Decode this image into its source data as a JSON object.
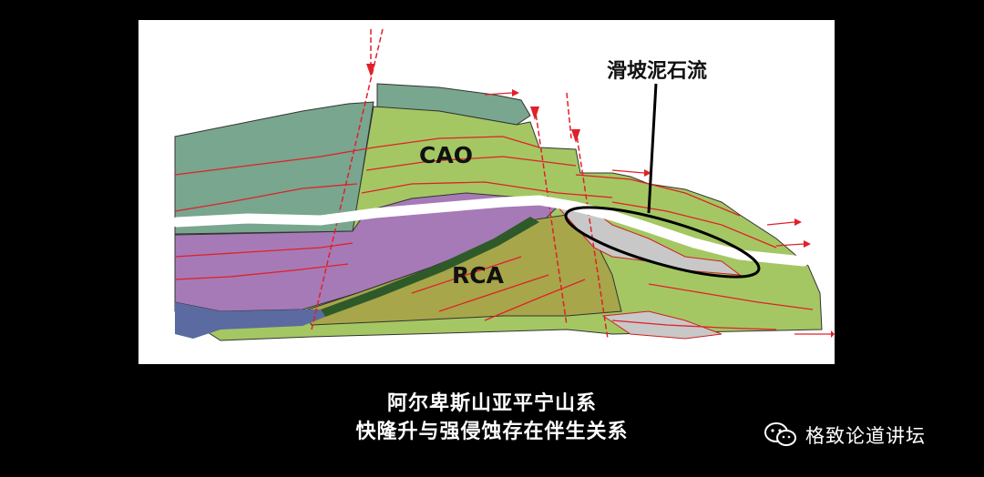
{
  "diagram": {
    "labels": {
      "upper_unit": "CAO",
      "lower_unit": "RCA",
      "annotation": "滑坡泥石流"
    }
  },
  "captions": {
    "line1": "阿尔卑斯山亚平宁山系",
    "line2": "快隆升与强侵蚀存在伴生关系"
  },
  "brand": {
    "icon": "wechat-icon",
    "name": "格致论道讲坛"
  },
  "colors": {
    "background": "#000000",
    "panel": "#ffffff",
    "green_light": "#a4c763",
    "green_teal": "#79a68e",
    "purple": "#a67ab6",
    "olive": "#a7a64a",
    "blue_gray": "#5b6aa0",
    "dark_green": "#2e5a2a",
    "fault_red": "#e0202a",
    "erosion_white": "#ffffff"
  }
}
